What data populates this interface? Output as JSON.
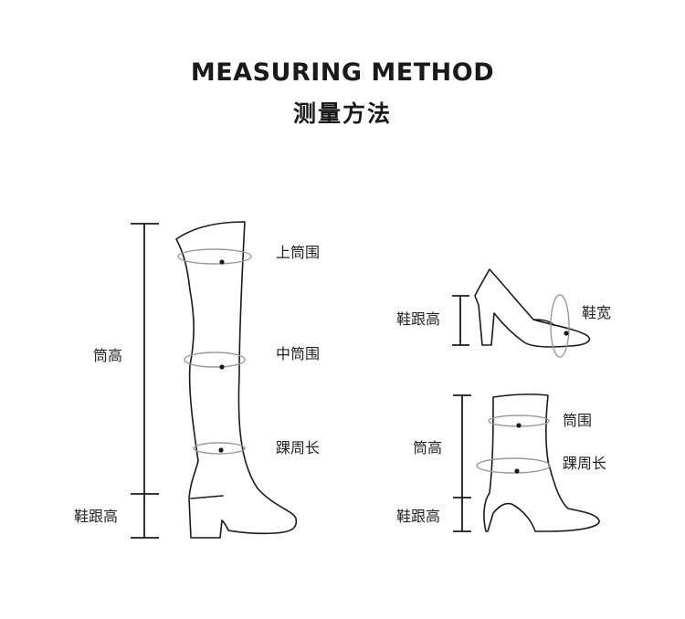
{
  "title": {
    "en": "MEASURING METHOD",
    "cn": "测量方法"
  },
  "tall_boot": {
    "upper_circ": "上筒围",
    "mid_circ": "中筒围",
    "ankle_circ": "踝周长",
    "shaft_height": "筒高",
    "heel_height": "鞋跟高"
  },
  "pump": {
    "heel_height": "鞋跟高",
    "shoe_width": "鞋宽"
  },
  "ankle_boot": {
    "shaft_circ": "筒围",
    "ankle_circ": "踝周长",
    "shaft_height": "筒高",
    "heel_height": "鞋跟高"
  },
  "colors": {
    "line": "#1a1a1a",
    "ring": "#9a9a9a"
  }
}
